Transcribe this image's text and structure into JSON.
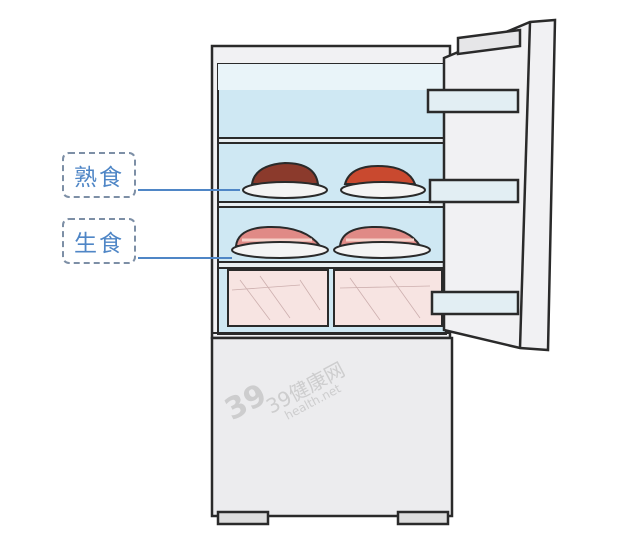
{
  "labels": {
    "cooked_food": "熟食",
    "raw_food": "生食"
  },
  "watermark": {
    "logo": "39",
    "text": "39健康网",
    "subtext": "health.net"
  },
  "colors": {
    "label_blue": "#4f86c6",
    "fridge_interior": "#cfe8f3",
    "outline": "#2a2a2a"
  }
}
